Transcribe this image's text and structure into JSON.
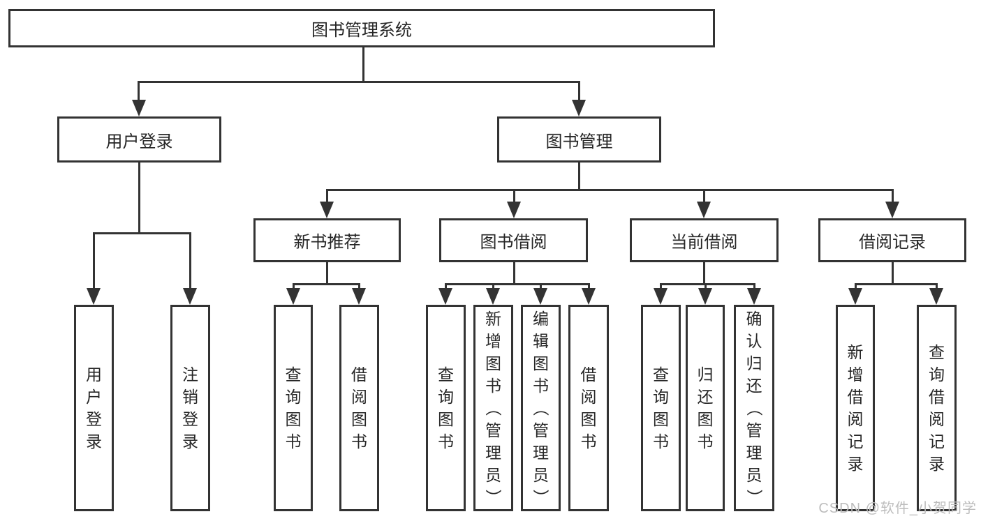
{
  "tree": {
    "root": {
      "label": "图书管理系统"
    },
    "children": [
      {
        "label": "用户登录",
        "children": [
          {
            "label": "用户登录"
          },
          {
            "label": "注销登录"
          }
        ]
      },
      {
        "label": "图书管理",
        "children": [
          {
            "label": "新书推荐",
            "children": [
              {
                "label": "查询图书"
              },
              {
                "label": "借阅图书"
              }
            ]
          },
          {
            "label": "图书借阅",
            "children": [
              {
                "label": "查询图书"
              },
              {
                "label": "新增图书（管理员）"
              },
              {
                "label": "编辑图书（管理员）"
              },
              {
                "label": "借阅图书"
              }
            ]
          },
          {
            "label": "当前借阅",
            "children": [
              {
                "label": "查询图书"
              },
              {
                "label": "归还图书"
              },
              {
                "label": "确认归还（管理员）"
              }
            ]
          },
          {
            "label": "借阅记录",
            "children": [
              {
                "label": "新增借阅记录"
              },
              {
                "label": "查询借阅记录"
              }
            ]
          }
        ]
      }
    ]
  },
  "watermark": {
    "label": "CSDN @软件_小贺同学"
  },
  "colors": {
    "line": "#333333",
    "text": "#262626",
    "watermark": "#bdbdbd",
    "background": "#ffffff"
  }
}
